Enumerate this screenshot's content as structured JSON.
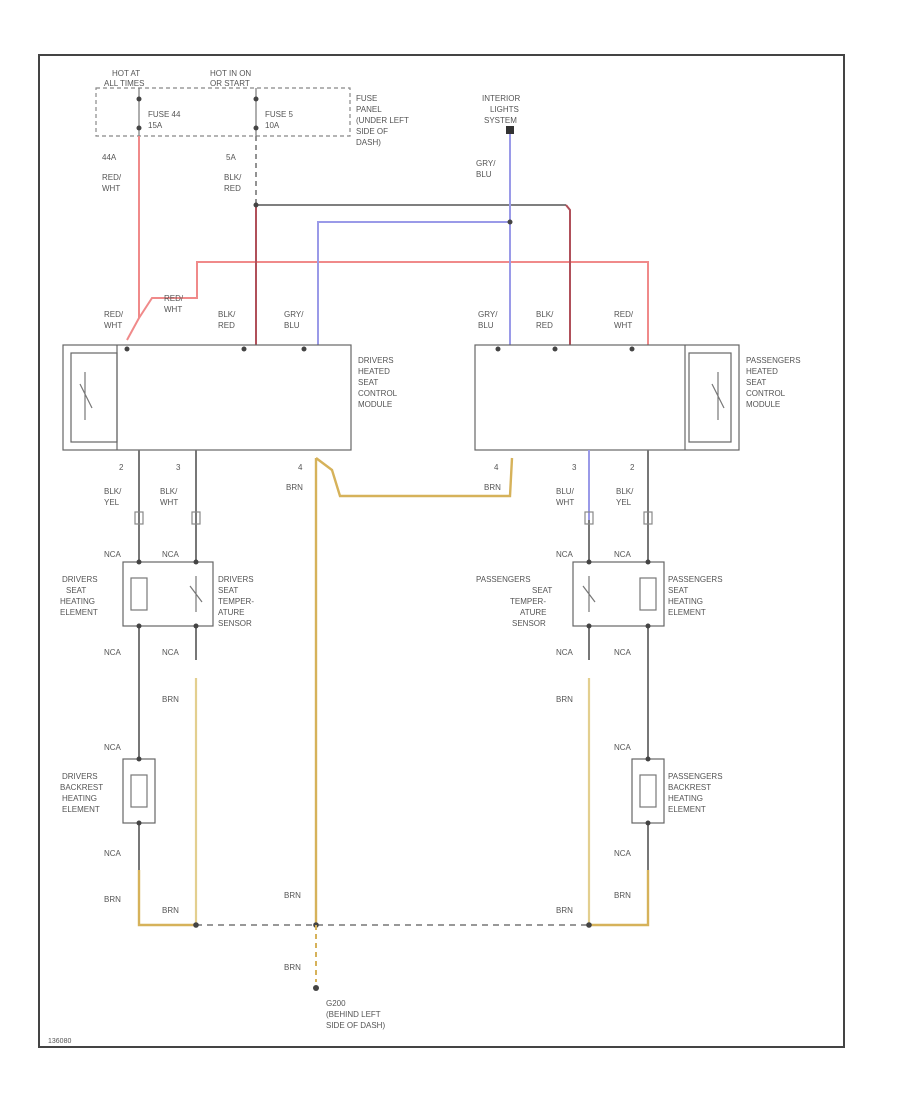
{
  "labels": {
    "hot_at_all_times": [
      "HOT AT",
      "ALL TIMES"
    ],
    "hot_in_on": [
      "HOT IN ON",
      "OR START"
    ],
    "fuse_44": [
      "FUSE 44",
      "15A"
    ],
    "fuse_5": [
      "FUSE 5",
      "10A"
    ],
    "fuse_panel": [
      "FUSE",
      "PANEL",
      "(UNDER LEFT",
      "SIDE OF",
      "DASH)"
    ],
    "interior_lights": [
      "INTERIOR",
      "LIGHTS",
      "SYSTEM"
    ],
    "wire_44a": "44A",
    "wire_5a": "5A",
    "red_wht": [
      "RED/",
      "WHT"
    ],
    "blk_red": [
      "BLK/",
      "RED"
    ],
    "gry_blu": [
      "GRY/",
      "BLU"
    ],
    "driver_module": [
      "DRIVERS",
      "HEATED",
      "SEAT",
      "CONTROL",
      "MODULE"
    ],
    "passenger_module": [
      "PASSENGERS",
      "HEATED",
      "SEAT",
      "CONTROL",
      "MODULE"
    ],
    "pin_2": "2",
    "pin_3": "3",
    "pin_4": "4",
    "blk_yel": [
      "BLK/",
      "YEL"
    ],
    "blk_wht": [
      "BLK/",
      "WHT"
    ],
    "blu_wht": [
      "BLU/",
      "WHT"
    ],
    "brn": "BRN",
    "nca": "NCA",
    "driver_seat_heat": [
      "DRIVERS",
      "SEAT",
      "HEATING",
      "ELEMENT"
    ],
    "driver_seat_temp": [
      "DRIVERS",
      "SEAT",
      "TEMPER-",
      "ATURE",
      "SENSOR"
    ],
    "pass_seat_temp": [
      "PASSENGERS",
      "SEAT",
      "TEMPER-",
      "ATURE",
      "SENSOR"
    ],
    "pass_seat_heat": [
      "PASSENGERS",
      "SEAT",
      "HEATING",
      "ELEMENT"
    ],
    "driver_backrest": [
      "DRIVERS",
      "BACKREST",
      "HEATING",
      "ELEMENT"
    ],
    "pass_backrest": [
      "PASSENGERS",
      "BACKREST",
      "HEATING",
      "ELEMENT"
    ],
    "ground": [
      "G200",
      "(BEHIND LEFT",
      "SIDE OF DASH)"
    ],
    "corner_code": "136080"
  }
}
